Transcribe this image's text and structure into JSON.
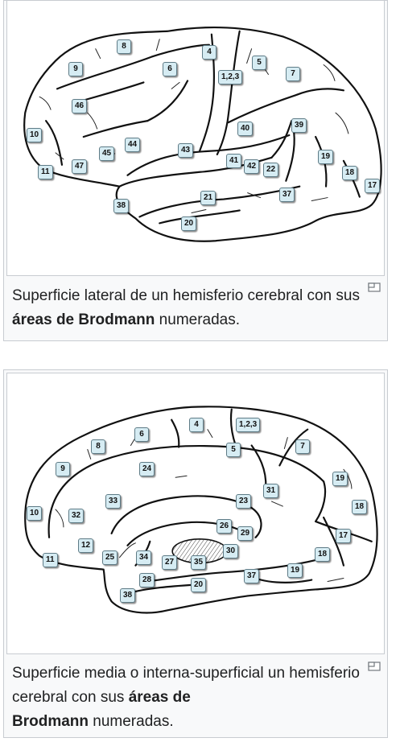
{
  "figures": [
    {
      "labels": [
        "8",
        "9",
        "6",
        "4",
        "5",
        "1,2,3",
        "7",
        "46",
        "40",
        "39",
        "10",
        "44",
        "45",
        "43",
        "41",
        "42",
        "22",
        "19",
        "18",
        "17",
        "11",
        "47",
        "21",
        "37",
        "38",
        "20"
      ],
      "caption": {
        "before": "Superficie lateral de un hemisferio cerebral con sus ",
        "bold": "áreas de Brodmann",
        "after": " numeradas."
      },
      "enlarge_icon": "enlarge-icon"
    },
    {
      "labels": [
        "4",
        "1,2,3",
        "6",
        "8",
        "5",
        "7",
        "9",
        "24",
        "19",
        "10",
        "33",
        "23",
        "31",
        "18",
        "32",
        "26",
        "29",
        "17",
        "12",
        "25",
        "34",
        "27",
        "35",
        "30",
        "18",
        "11",
        "19",
        "37",
        "28",
        "20",
        "38"
      ],
      "caption": {
        "before": "Superficie media o interna-superficial un hemisferio cerebral con sus ",
        "bold": "áreas de",
        "after_bold_line": "Brodmann",
        "after": " numeradas."
      },
      "enlarge_icon": "enlarge-icon"
    }
  ]
}
